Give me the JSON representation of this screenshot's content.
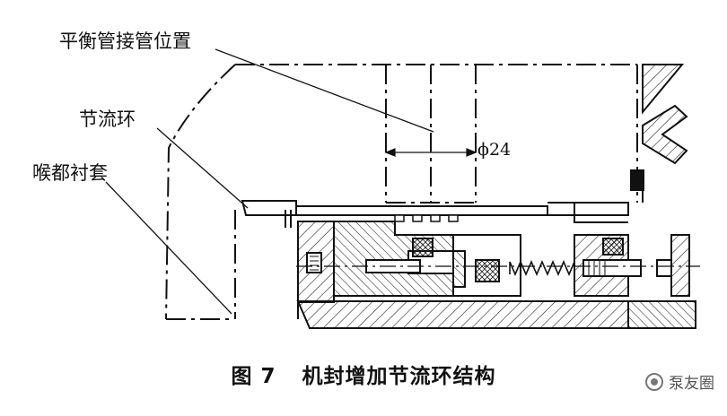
{
  "labels": {
    "balance_pipe": "平衡管接管位置",
    "throttle_ring": "节流环",
    "throat_bushing": "喉都衬套",
    "diameter": "ϕ24"
  },
  "caption": {
    "figure": "图 7",
    "title": "机封增加节流环结构"
  },
  "watermark": "泵友圈"
}
